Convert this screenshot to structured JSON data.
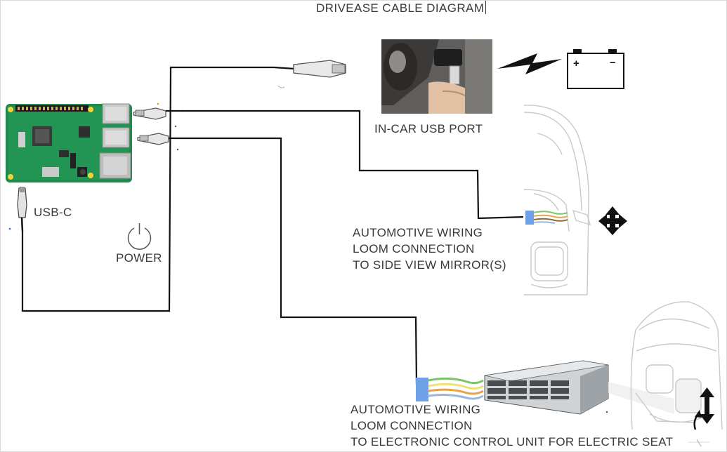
{
  "diagram": {
    "title": "DRIVEASE CABLE DIAGRAM",
    "labels": {
      "usb_c": "USB-C",
      "power": "POWER",
      "usb_port": "IN-CAR USB PORT",
      "mirror": [
        "AUTOMOTIVE WIRING",
        "LOOM CONNECTION",
        "TO SIDE VIEW MIRROR(S)"
      ],
      "seat": [
        "AUTOMOTIVE WIRING",
        "LOOM CONNECTION",
        "TO ELECTRONIC CONTROL UNIT FOR ELECTRIC SEAT"
      ]
    },
    "battery": {
      "plus": "+",
      "minus": "−"
    }
  }
}
